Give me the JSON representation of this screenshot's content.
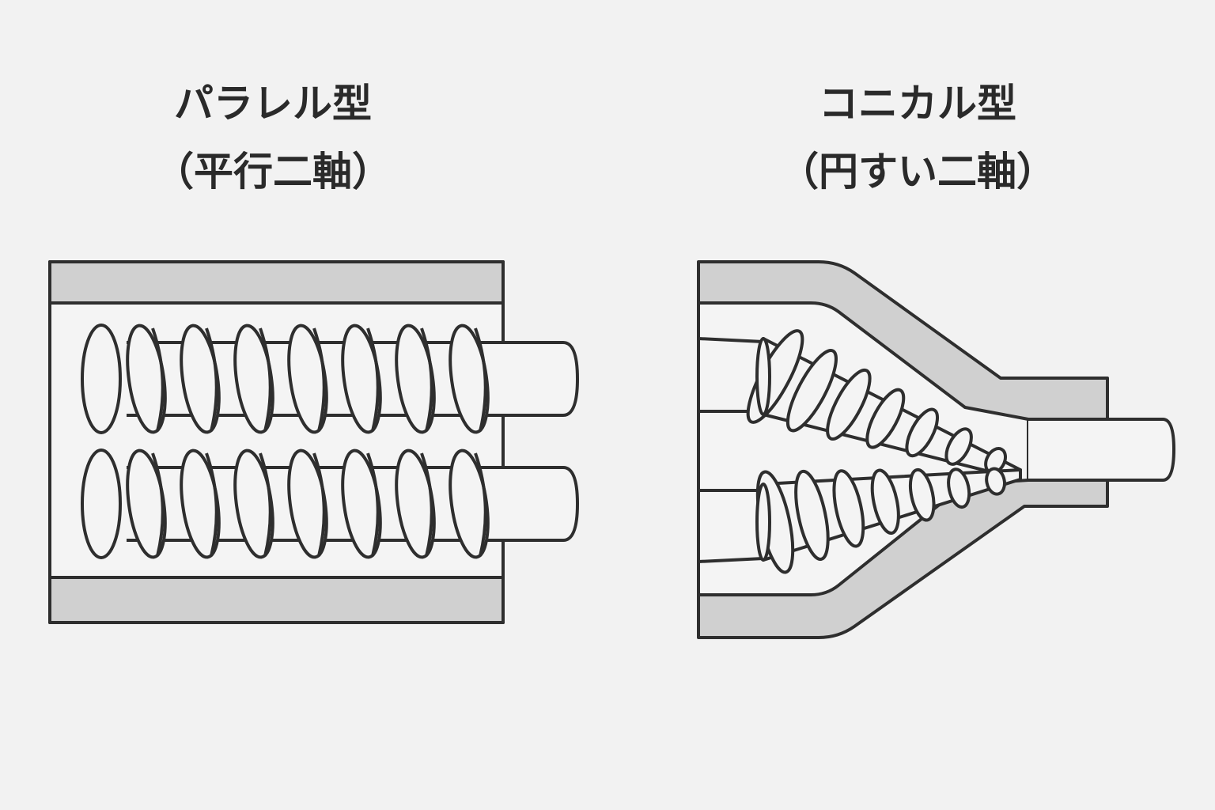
{
  "parallel": {
    "title": "パラレル型",
    "subtitle": "（平行二軸）"
  },
  "conical": {
    "title": "コニカル型",
    "subtitle": "（円すい二軸）"
  },
  "colors": {
    "background": "#f2f2f2",
    "stroke": "#2e2e2e",
    "barrel_fill": "#d0d0d0",
    "inner_fill": "#f4f4f4"
  }
}
